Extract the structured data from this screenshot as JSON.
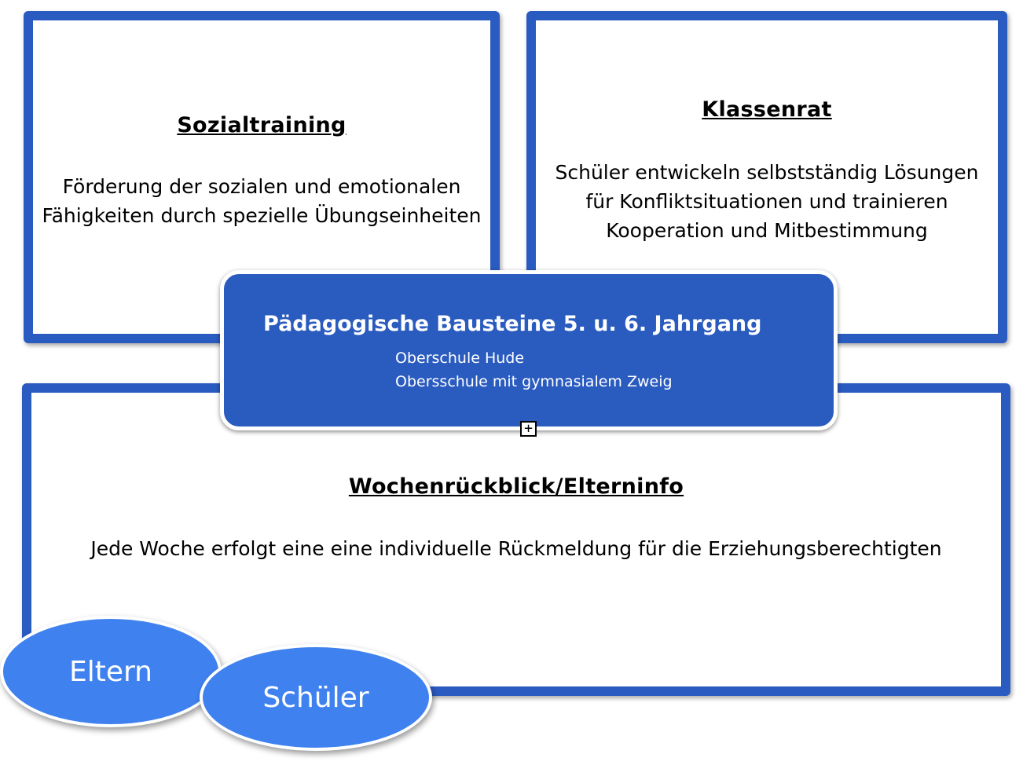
{
  "boxes": {
    "sozialtraining": {
      "title": "Sozialtraining",
      "lines": [
        "Förderung der sozialen und emotionalen",
        "Fähigkeiten durch spezielle Übungseinheiten"
      ]
    },
    "klassenrat": {
      "title": "Klassenrat",
      "lines": [
        "Schüler entwickeln selbstständig Lösungen",
        "für Konfliktsituationen und trainieren",
        "Kooperation und Mitbestimmung"
      ]
    },
    "wochenrueckblick": {
      "title": "Wochenrückblick/Elterninfo",
      "lines": [
        "Jede Woche erfolgt eine eine individuelle Rückmeldung für die Erziehungsberechtigten"
      ]
    }
  },
  "center": {
    "title": "Pädagogische Bausteine 5. u. 6. Jahrgang",
    "sub1": "Oberschule Hude",
    "sub2": "Obersschule mit gymnasialem Zweig"
  },
  "ellipses": {
    "eltern": "Eltern",
    "schueler": "Schüler"
  },
  "plus": "+",
  "colors": {
    "border": "#2a5bc0",
    "center": "#2a5bbf",
    "ellipse": "#3f82ef"
  }
}
